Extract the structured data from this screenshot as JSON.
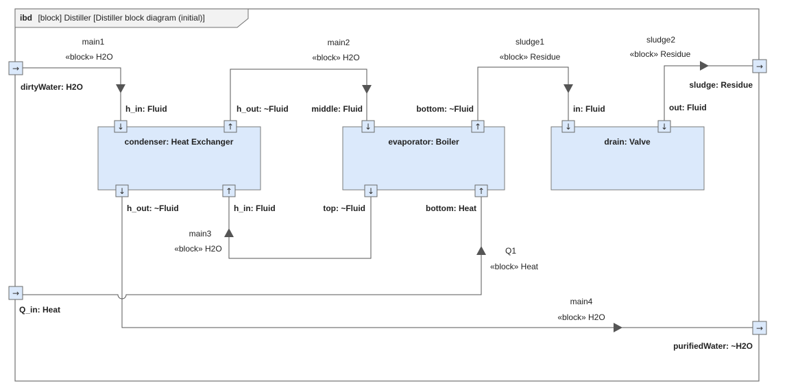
{
  "frame": {
    "kind": "ibd",
    "title": "[block] Distiller [Distiller block diagram (initial)]"
  },
  "blocks": {
    "condenser": "condenser: Heat Exchanger",
    "evaporator": "evaporator: Boiler",
    "drain": "drain: Valve"
  },
  "boundary_ports": {
    "dirtyWater": "dirtyWater: H2O",
    "Q_in": "Q_in: Heat",
    "sludge": "sludge: Residue",
    "purifiedWater": "purifiedWater: ~H2O"
  },
  "block_ports": {
    "cond_h_in_top": "h_in: Fluid",
    "cond_h_out_top": "h_out: ~Fluid",
    "cond_h_out_bottom": "h_out: ~Fluid",
    "cond_h_in_bottom": "h_in: Fluid",
    "evap_middle": "middle: Fluid",
    "evap_bottom_top": "bottom: ~Fluid",
    "evap_top": "top: ~Fluid",
    "evap_bottom_heat": "bottom: Heat",
    "drain_in": "in: Fluid",
    "drain_out": "out: Fluid"
  },
  "connectors": {
    "main1": {
      "name": "main1",
      "type": "«block» H2O"
    },
    "main2": {
      "name": "main2",
      "type": "«block» H2O"
    },
    "main3": {
      "name": "main3",
      "type": "«block» H2O"
    },
    "main4": {
      "name": "main4",
      "type": "«block» H2O"
    },
    "sludge1": {
      "name": "sludge1",
      "type": "«block» Residue"
    },
    "sludge2": {
      "name": "sludge2",
      "type": "«block» Residue"
    },
    "Q1": {
      "name": "Q1",
      "type": "«block» Heat"
    }
  },
  "glyphs": {
    "port_in": "→",
    "port_down": "↓",
    "port_up": "↑"
  },
  "icons": {
    "boundary_port": "arrow-right-icon",
    "port_down": "arrow-down-icon",
    "port_up": "arrow-up-icon"
  },
  "colors": {
    "block_fill": "#dbe9fb",
    "line": "#555555"
  }
}
